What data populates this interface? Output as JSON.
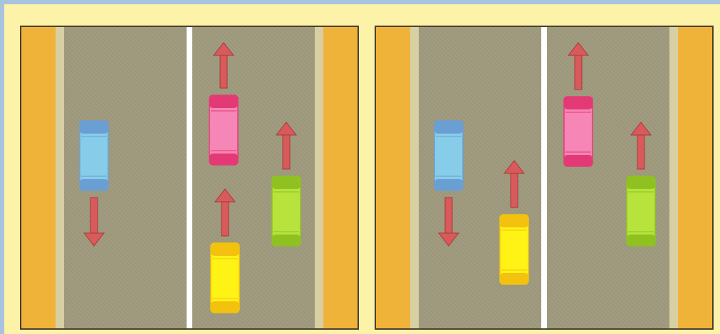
{
  "image": {
    "description_kind": "traffic lane diagram",
    "colors": {
      "page_background": "#fdf3a8",
      "outer_border": "#a9c2dd",
      "road": "#a19c80",
      "shoulder": "#f0b33a",
      "edge_line": "#d8cfa2",
      "center_line": "#ffffff",
      "arrow": "#d95a5a",
      "frame_stroke": "#4a4030"
    }
  },
  "panels": [
    {
      "id": "left",
      "cars": [
        {
          "id": "blue",
          "color": "blue",
          "body": "#87cde9",
          "cap": "#6a9fd4",
          "direction": "down"
        },
        {
          "id": "pink",
          "color": "pink",
          "body": "#f586b5",
          "cap": "#e33a76",
          "direction": "up"
        },
        {
          "id": "green",
          "color": "green",
          "body": "#b7e33c",
          "cap": "#8fc220",
          "direction": "up"
        },
        {
          "id": "yellow",
          "color": "yellow",
          "body": "#fff316",
          "cap": "#f2c20e",
          "direction": "up"
        }
      ]
    },
    {
      "id": "right",
      "cars": [
        {
          "id": "blue",
          "color": "blue",
          "body": "#87cde9",
          "cap": "#6a9fd4",
          "direction": "down"
        },
        {
          "id": "yellow",
          "color": "yellow",
          "body": "#fff316",
          "cap": "#f2c20e",
          "direction": "up"
        },
        {
          "id": "pink",
          "color": "pink",
          "body": "#f586b5",
          "cap": "#e33a76",
          "direction": "up"
        },
        {
          "id": "green",
          "color": "green",
          "body": "#b7e33c",
          "cap": "#8fc220",
          "direction": "up"
        }
      ]
    }
  ]
}
